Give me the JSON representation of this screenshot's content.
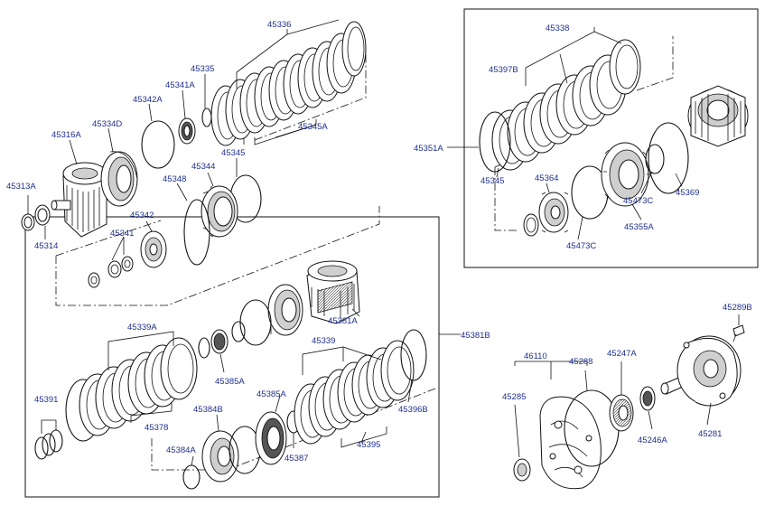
{
  "labels": {
    "p45336": "45336",
    "p45335": "45335",
    "p45341A": "45341A",
    "p45342A": "45342A",
    "p45334D": "45334D",
    "p45316A": "45316A",
    "p45313A": "45313A",
    "p45314": "45314",
    "p45345A": "45345A",
    "p45345": "45345",
    "p45344": "45344",
    "p45348": "45348",
    "p45342": "45342",
    "p45341": "45341",
    "p45338": "45338",
    "p45397B": "45397B",
    "p45351A": "45351A",
    "p45345r": "45345",
    "p45364": "45364",
    "p45473C_a": "45473C",
    "p45473C_b": "45473C",
    "p45355A": "45355A",
    "p45369": "45369",
    "p45381A": "45381A",
    "p45381B": "45381B",
    "p45339A": "45339A",
    "p45339": "45339",
    "p45385A_a": "45385A",
    "p45385A_b": "45385A",
    "p45391": "45391",
    "p45378": "45378",
    "p45384B": "45384B",
    "p45384A": "45384A",
    "p45387": "45387",
    "p45395": "45395",
    "p45396B": "45396B",
    "p46110": "46110",
    "p45288": "45288",
    "p45247A": "45247A",
    "p45289B": "45289B",
    "p45285": "45285",
    "p45246A": "45246A",
    "p45281": "45281"
  },
  "colors": {
    "label": "#1f2f8f",
    "line": "#111111"
  }
}
